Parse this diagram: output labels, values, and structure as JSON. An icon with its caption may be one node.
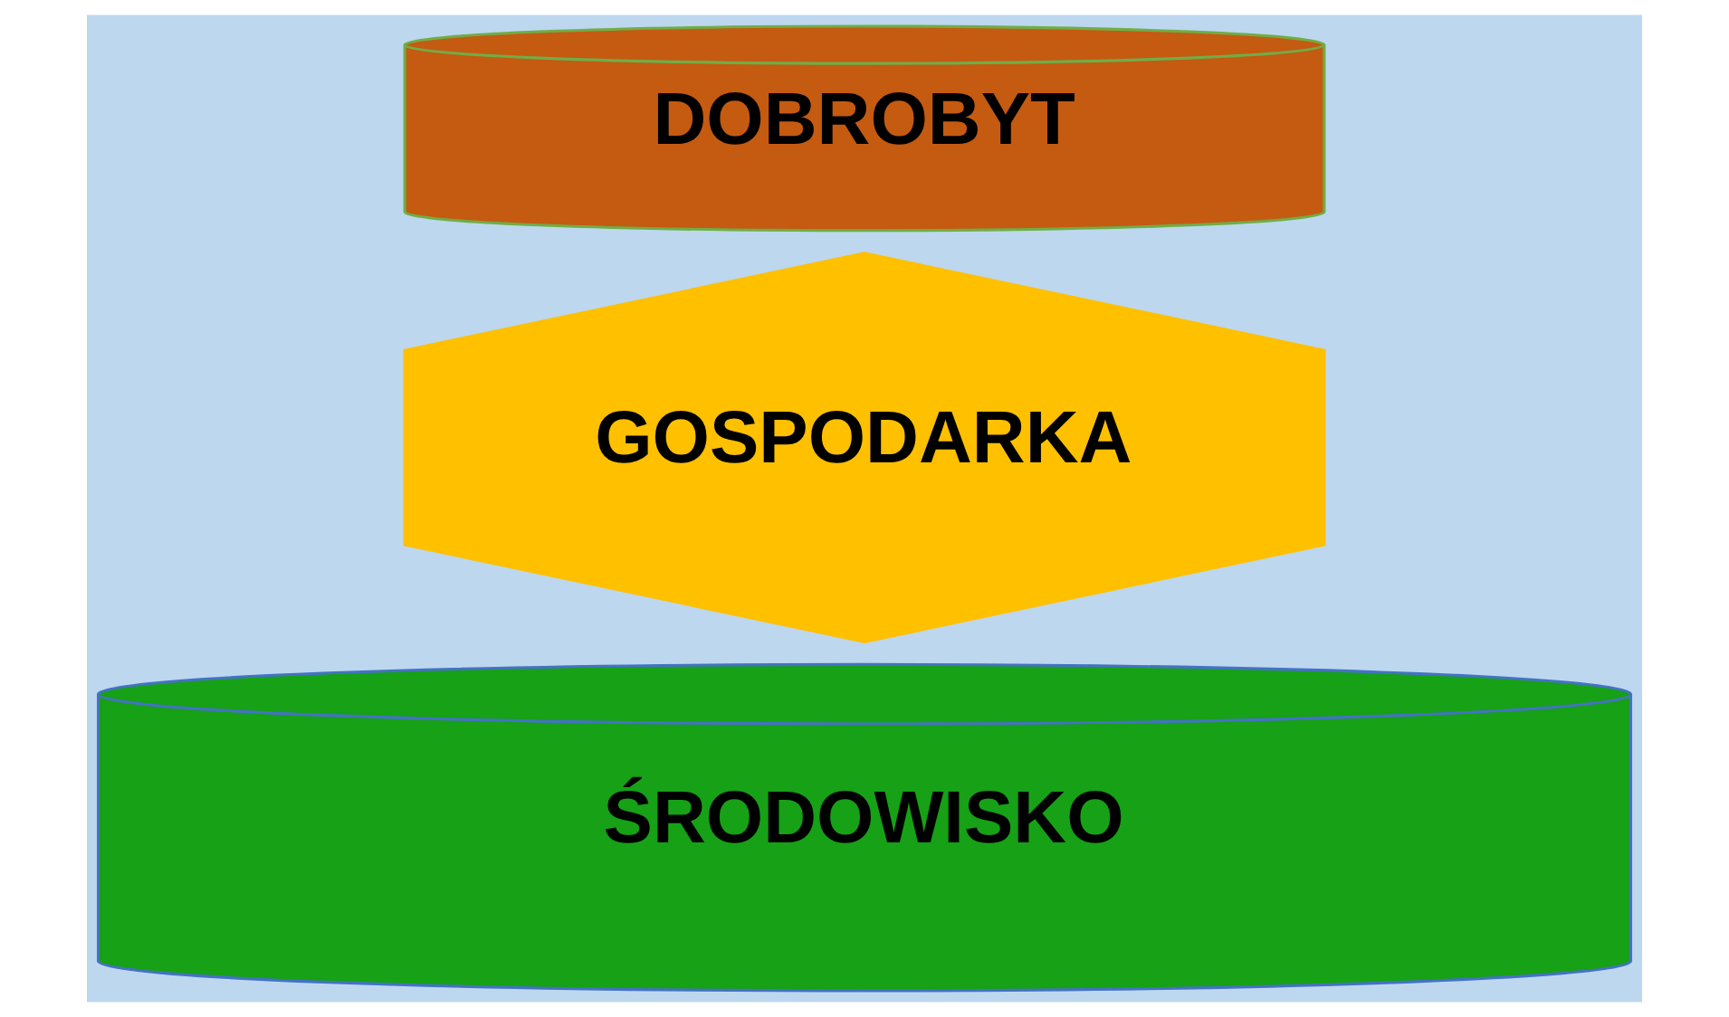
{
  "diagram": {
    "nodes": [
      {
        "text": [
          "DOBROBYT"
        ]
      },
      {
        "text": [
          "GOSPODARKA"
        ]
      },
      {
        "text": [
          "ŚRODOWISKO"
        ]
      }
    ]
  }
}
